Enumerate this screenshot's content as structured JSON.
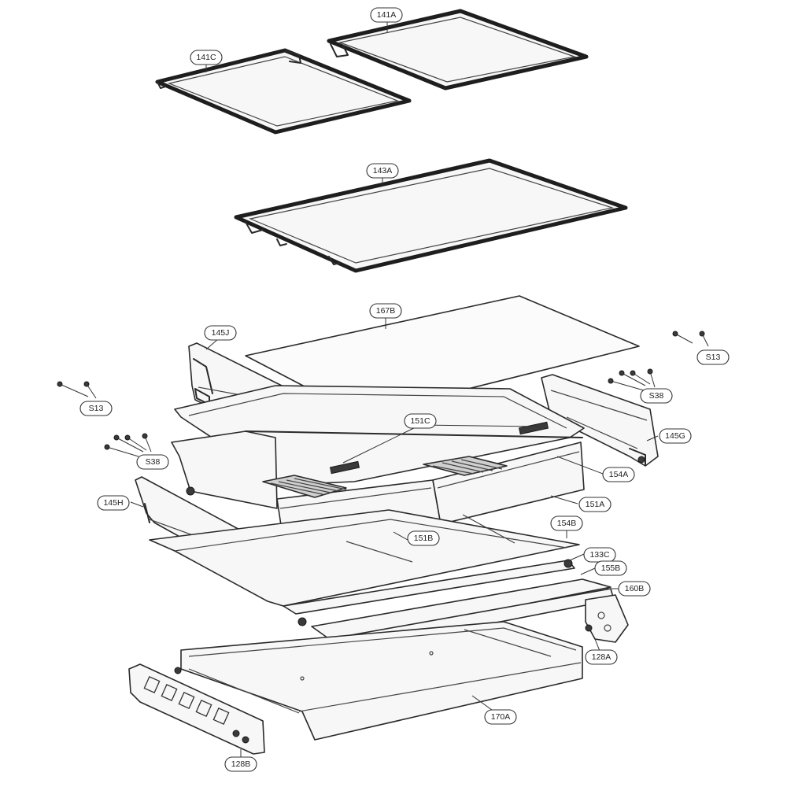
{
  "callouts": {
    "c141A": "141A",
    "c141C": "141C",
    "c143A": "143A",
    "c167B": "167B",
    "c145J": "145J",
    "cS13_right": "S13",
    "cS13_left": "S13",
    "cS38_right": "S38",
    "cS38_left": "S38",
    "c151C": "151C",
    "c145G": "145G",
    "c154A": "154A",
    "c145H": "145H",
    "c151A": "151A",
    "c154B": "154B",
    "c151B": "151B",
    "c133C": "133C",
    "c155B": "155B",
    "c160B": "160B",
    "c128A": "128A",
    "c170A": "170A",
    "c128B": "128B"
  }
}
